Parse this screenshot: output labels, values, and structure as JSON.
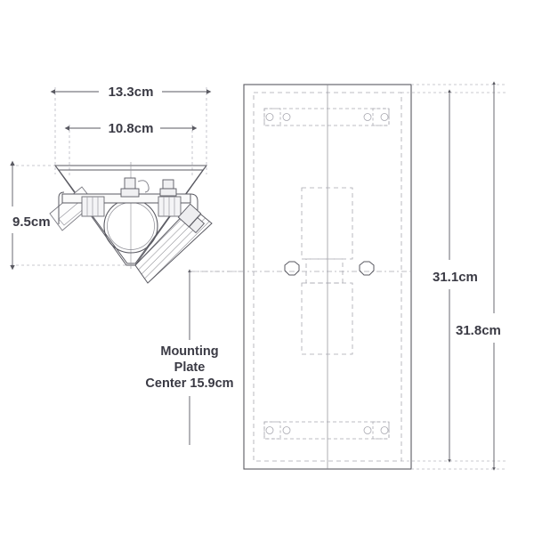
{
  "drawing": {
    "title": "Bracket and Mounting Plate Dimensioned Drawing",
    "units": "cm",
    "background_color": "#ffffff",
    "line_color": "#4a4a52",
    "dim_line_color": "#5a5a62",
    "hidden_line_color": "#9a9aa2",
    "text_color": "#3a3a44",
    "watermark": ""
  },
  "dimensions": {
    "bracket_overall_width": "13.3cm",
    "bracket_inner_width": "10.8cm",
    "bracket_height": "9.5cm",
    "plate_hole_span_height": "31.1cm",
    "plate_overall_height": "31.8cm",
    "mounting_note_line1": "Mounting",
    "mounting_note_line2": "Plate",
    "mounting_note_line3": "Center 15.9cm"
  },
  "views": {
    "left_view_name": "bracket-front-view",
    "right_view_name": "mounting-plate-view"
  },
  "features": {
    "clamp_ring": "circular-clamp-ring",
    "top_slot": "top-fastener-slot",
    "bottom_slot": "bottom-fastener-slot",
    "center_holes": "octagonal-center-holes",
    "hidden_body_outline": "hidden-body-outline"
  }
}
